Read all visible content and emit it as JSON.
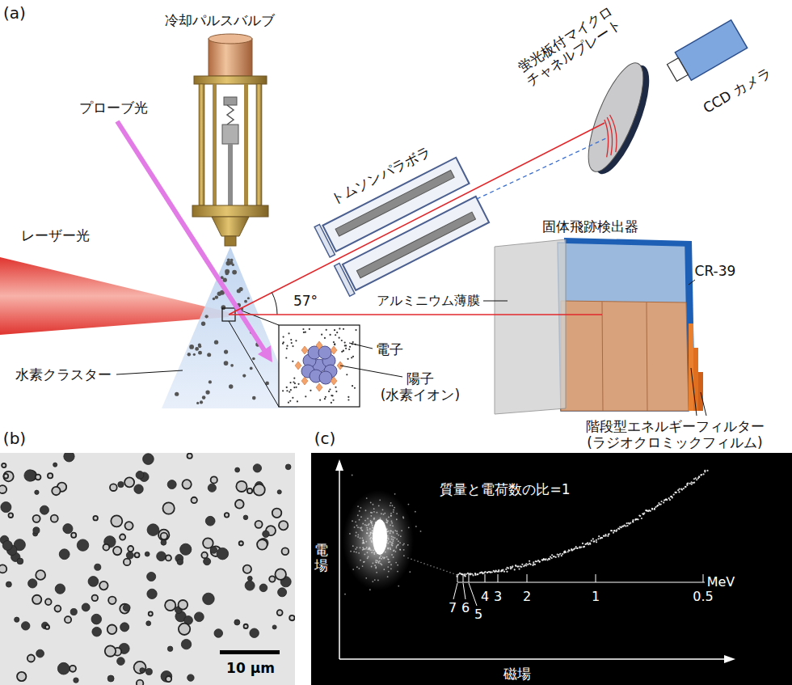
{
  "diagram": {
    "nodes": [
      {
        "text": [
          "10 μm"
        ]
      },
      {
        "text": [
          "質量と電荷数の比=1",
          "電場",
          "磁場",
          "MeV",
          "7",
          "6",
          "5",
          "4",
          "3",
          "2",
          "1",
          "0.5"
        ]
      }
    ],
    "labels": [
      "(a)",
      "冷却パルスバルブ",
      "プローブ光",
      "レーザー光",
      "水素クラスター",
      "57°",
      "トムソンパラボラ",
      "アルミニウム薄膜",
      "蛍光板付マイクロ チャネルプレート",
      "CCD カメラ",
      "固体飛跡検出器",
      "CR-39",
      "電子",
      "陽子 (水素イオン)",
      "階段型エネルギーフィルター (ラジオクロミックフィルム)",
      "(b)",
      "(c)"
    ]
  }
}
